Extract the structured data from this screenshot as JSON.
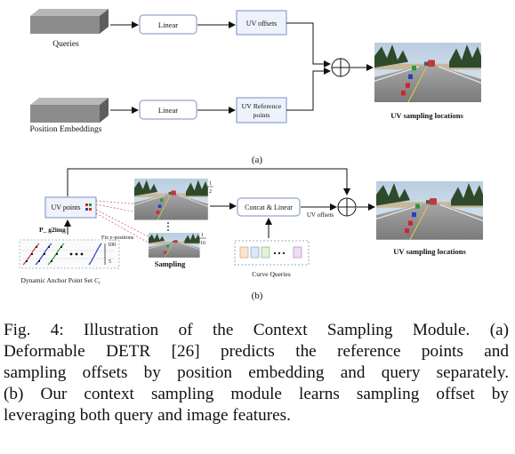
{
  "figure": {
    "panel_a": {
      "queries_label": "Queries",
      "position_embeddings_label": "Position Embeddings",
      "linear_top_label": "Linear",
      "linear_bottom_label": "Linear",
      "uv_offsets_label": "UV offsets",
      "uv_reference_line1": "UV Reference",
      "uv_reference_line2": "points",
      "result_label": "UV sampling locations",
      "panel_label": "(a)"
    },
    "panel_b": {
      "uv_points_label": "UV points",
      "p_g2img_label": "P_ g2img",
      "fix_y_label": "Fix y-positions",
      "y_100": "100",
      "y_5": "5",
      "anchor_label": "Dynamic Anchor Point Set",
      "anchor_symbol": "C",
      "anchor_subscript": "i",
      "scale_1": "1",
      "scale_2": "2",
      "scale_1b": "1",
      "scale_16": "16",
      "sampling_label": "Sampling",
      "concat_label": "Concat & Linear",
      "uv_offsets_label": "UV offsets",
      "curve_queries_label": "Curve Queries",
      "result_label": "UV sampling locations",
      "panel_label": "(b)"
    }
  },
  "caption": {
    "lines": [
      "Fig. 4: Illustration of the Context Sampling Module. (a)",
      "Deformable DETR [26] predicts the reference points and",
      "sampling offsets by position embedding and query separately.",
      "(b) Our context sampling module learns sampling offset by",
      "leveraging both query and image features."
    ]
  },
  "colors": {
    "box_border": "#7a8fc0",
    "box_fill": "#eef2fb",
    "block_gray": "#8a8a8a",
    "block_dark": "#5a5a5a",
    "sky": "#c9d8e6",
    "road": "#8f8f8f",
    "tree": "#2f4a2a",
    "red_point": "#d1242b",
    "green_point": "#2a9a3a",
    "blue_point": "#2a3fbf",
    "dashed_red": "#cc3340"
  }
}
